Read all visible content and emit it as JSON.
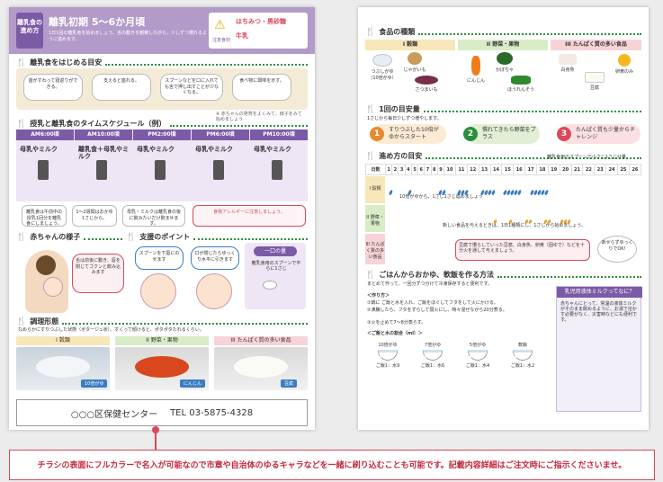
{
  "left": {
    "header": {
      "badge": "離乳食の進め方",
      "title": "離乳初期 5〜6か月頃",
      "subtitle": "1日1回の離乳食を始めましょう。舌の動きを観察しながら、少しずつ慣れるように進めます。",
      "warn_items": [
        "はちみつ・黒砂糖",
        "牛乳"
      ],
      "warn_note": "注意食材"
    },
    "sec_start": {
      "title": "離乳食をはじめる目安",
      "bubbles": [
        "首がすわって寝返りができる。",
        "支えると座れる。",
        "スプーンなどを口に入れても舌で押し出すことが少なくなる。",
        "食べ物に興味を示す。"
      ],
      "note": "※ 赤ちゃんの発育をよくみて、様子をみて始めましょう"
    },
    "sec_schedule": {
      "title": "授乳と離乳食のタイムスケジュール（例）",
      "times": [
        "AM6:00頃",
        "AM10:00頃",
        "PM2:00頃",
        "PM6:00頃",
        "PM10:00頃"
      ],
      "items": [
        "母乳やミルク",
        "離乳食＋母乳やミルク",
        "母乳やミルク",
        "母乳やミルク",
        "母乳やミルク"
      ],
      "notes": [
        "離乳食は午前中の授乳1回分を離乳食にしましょう。",
        "1〜2週間はおかゆ1さじから。",
        "母乳・ミルクは離乳食の後に飲みたいだけ飲ませます。",
        "食物アレルギーに注意しましょう。"
      ]
    },
    "sec_baby": {
      "title": "赤ちゃんの様子",
      "bubble": "舌は前後に動き、唇を閉じてゴクンと飲み込みます"
    },
    "sec_support": {
      "title": "支援のポイント",
      "bubbles": [
        "スプーンを下唇にのせます",
        "口が閉じたらゆっくり水平に引きます"
      ],
      "box_title": "一口の量",
      "box_text": "離乳食用のスプーンで平らに1さじ"
    },
    "sec_form": {
      "title": "調理形態",
      "desc": "なめらかにすりつぶした状態（ポタージュ状）。すくって傾けると、ポタポタたれるくらい。",
      "heads": [
        "I 穀類",
        "II 野菜・果物",
        "III たんぱく質の多い食品"
      ],
      "captions": [
        "10倍がゆ",
        "にんじん",
        "豆腐"
      ]
    },
    "footer": {
      "org": "○○○区保健センター",
      "tel": "TEL 03-5875-4328"
    }
  },
  "right": {
    "sec_types": {
      "title": "食品の種類",
      "cats": [
        "I 穀類",
        "II 野菜・果物",
        "III たんぱく質の多い食品"
      ],
      "foods": [
        "つぶしがゆ（10倍がゆ）",
        "じゃがいも",
        "さつまいも",
        "にんじん",
        "かぼちゃ",
        "ほうれんそう",
        "白身魚",
        "豆腐",
        "卵黄のみ"
      ]
    },
    "sec_amount": {
      "title": "1回の目安量",
      "lead": "1さじから毎日少しずつ増やします。",
      "steps": [
        "すりつぶした10倍がゆからスタート",
        "慣れてきたら野菜をプラス",
        "たんぱく質も少量からチャレンジ"
      ]
    },
    "sec_progress": {
      "title": "進め方の目安",
      "legend": "離乳食用のスプーンで小さじ1さじ分量",
      "day_label": "日数",
      "days": [
        "1",
        "2",
        "3",
        "4",
        "5",
        "6",
        "7",
        "8",
        "9",
        "10",
        "11",
        "12",
        "13",
        "14",
        "15",
        "16",
        "17",
        "18",
        "19",
        "20",
        "21",
        "22",
        "23",
        "24",
        "25",
        "26"
      ],
      "rows": [
        "I 穀類",
        "II 野菜・果物",
        "III たんぱく質の多い食品"
      ],
      "note1": "10倍がゆから、1さじ1さじ進めましょう",
      "note2": "新しい食品を与えるときは、1日1種類にし、1さじから始めましょう。",
      "note3": "豆腐で慣らしていった豆腐、白身魚、卵黄（固ゆで）などを十分火を通して与えましょう。",
      "mascot": "あせらずゆっくりでOK!"
    },
    "sec_recipe": {
      "title": "ごはんからおかゆ、軟飯を作る方法",
      "lead": "まとめて作って、一回分ずつ分けて冷凍保存すると便利です。",
      "how_title": "＜作り方＞",
      "how": [
        "①鍋に ご飯と水を入れ、ご飯をほぐしてフタをして火にかける。",
        "②沸騰したら、フタをずらして弱火にし、時々混ぜながら20分煮る。",
        "③火を止めて7〜8分蒸らす。"
      ],
      "ratio_title": "＜ご飯と水の割合（ml）＞",
      "bowls": [
        "10倍がゆ",
        "7倍がゆ",
        "5倍がゆ",
        "軟飯"
      ],
      "ratios": [
        "ご飯1：水9",
        "ご飯1：水6",
        "ご飯1：水4",
        "ご飯1：水2"
      ],
      "milk_title": "乳児用液体ミルクってなに？",
      "milk_text": "赤ちゃんにとって、常温の液体ミルクがそのまま飲めるように、お湯で溶かす必要がなく、災害時などにも便利です。"
    }
  },
  "banner": "チラシの表面にフルカラーで名入が可能なので市章や自治体のゆるキャラなどを一緒に刷り込むことも可能です。記載内容詳細はご注文時にご指示くださいませ。",
  "colors": {
    "purple": "#7b5aa6",
    "green": "#2b8f3c",
    "orange": "#e8892f",
    "red": "#d84a5a"
  }
}
